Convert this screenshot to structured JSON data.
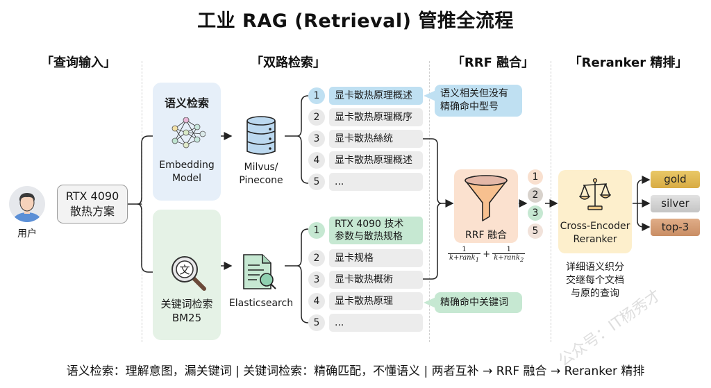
{
  "title": "工业 RAG (Retrieval) 管推全流程",
  "stages": {
    "query_input": "「查询输入」",
    "dual_retrieval": "「双路检索」",
    "rrf_fusion": "「RRF 融合」",
    "reranker": "「Reranker 精排」"
  },
  "user": {
    "label": "用户",
    "icon": "user-avatar-icon"
  },
  "query": {
    "line1": "RTX 4090",
    "line2": "散热方案"
  },
  "semantic_branch": {
    "title": "语义检索",
    "icon": "neural-network-icon",
    "model_line1": "Embedding",
    "model_line2": "Model",
    "store_icon": "database-icon",
    "store_line1": "Milvus/",
    "store_line2": "Pinecone",
    "results": [
      {
        "rank": "1",
        "text": "显卡散热原理概述",
        "highlight": true
      },
      {
        "rank": "2",
        "text": "显卡散热原理概序",
        "highlight": false
      },
      {
        "rank": "3",
        "text": "显卡散热絲统",
        "highlight": false
      },
      {
        "rank": "4",
        "text": "显卡散热原理概述",
        "highlight": false
      },
      {
        "rank": "5",
        "text": "...",
        "highlight": false
      }
    ],
    "callout_line1": "语义相关但没有",
    "callout_line2": "精确命中型号",
    "accent_color": "#bfe0f2"
  },
  "keyword_branch": {
    "icon": "keyword-search-icon",
    "icon_glyph": "文",
    "title_line1": "关键词检索",
    "title_line2": "BM25",
    "store_icon": "document-search-icon",
    "store_label": "Elasticsearch",
    "results": [
      {
        "rank": "1",
        "text_line1": "RTX 4090 技术",
        "text_line2": "参数与散热规格",
        "highlight": true
      },
      {
        "rank": "2",
        "text": "显卡规格",
        "highlight": false
      },
      {
        "rank": "3",
        "text": "显卡散热概術",
        "highlight": false
      },
      {
        "rank": "4",
        "text": "显卡散热原理",
        "highlight": false
      },
      {
        "rank": "5",
        "text": "...",
        "highlight": false
      }
    ],
    "callout": "精确命中关键词",
    "accent_color": "#c6e8d2"
  },
  "rrf": {
    "icon": "funnel-icon",
    "label": "RRF 融合",
    "formula": {
      "term1_num": "1",
      "term1_den": "k+rank",
      "term1_sub": "1",
      "plus": "+",
      "term2_num": "1",
      "term2_den": "k+rank",
      "term2_sub": "2"
    },
    "fused_ranks": [
      {
        "rank": "1",
        "color": "#f9e0cf"
      },
      {
        "rank": "2",
        "color": "#d8d2cc"
      },
      {
        "rank": "3",
        "color": "#c6e8d2"
      },
      {
        "rank": "5",
        "color": "#f1e2da"
      }
    ]
  },
  "reranker": {
    "icon": "scale-icon",
    "label_line1": "Cross-Encoder",
    "label_line2": "Reranker",
    "description_lines": [
      "详细语义织分",
      "交继每个文档",
      "与原的查询"
    ],
    "tiers": [
      {
        "label": "gold",
        "color": "#e6c36a"
      },
      {
        "label": "silver",
        "color": "#d3d3d3"
      },
      {
        "label": "top-3",
        "color": "#d7a27c"
      }
    ]
  },
  "footer": "语义检索：理解意图，漏关键词 | 关键词检索：精确匹配，不懂语义 | 两者互补 → RRF 融合 → Reranker 精排",
  "watermark": "公众号：IT杨秀才"
}
